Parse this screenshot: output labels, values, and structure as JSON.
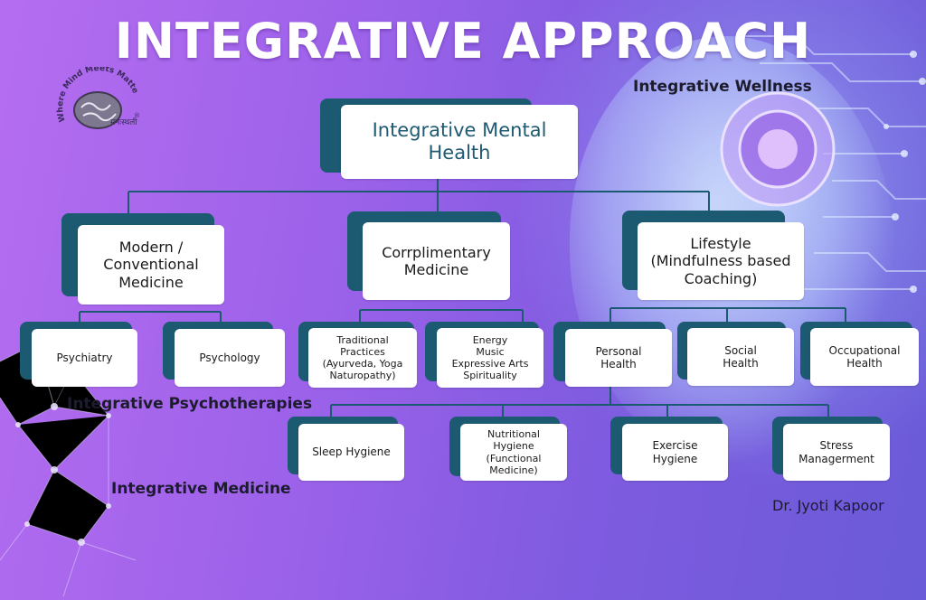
{
  "title": "INTEGRATIVE APPROACH",
  "logo": {
    "arc_text": "Where Mind Meets Matter",
    "brand": "मनःस्थली",
    "mark": "®"
  },
  "labels": {
    "integrative_wellness": "Integrative Wellness",
    "integrative_psychotherapies": "Integrative Psychotherapies",
    "integrative_medicine": "Integrative Medicine"
  },
  "author": "Dr. Jyoti Kapoor",
  "colors": {
    "node_shadow": "#1c5a72",
    "root_text": "#1f5a73",
    "lines": "#1c5a72"
  },
  "nodes": {
    "root": "Integrative Mental\nHealth",
    "modern": "Modern /\nConventional\nMedicine",
    "complimentary": "Corrplimentary\nMedicine",
    "lifestyle": "Lifestyle\n(Mindfulness based\nCoaching)",
    "psychiatry": "Psychiatry",
    "psychology": "Psychology",
    "traditional": "Traditional\nPractices\n(Ayurveda, Yoga\nNaturopathy)",
    "energy": "Energy\nMusic\nExpressive Arts\nSpirituality",
    "personal": "Personal\nHealth",
    "social": "Social\nHealth",
    "occupational": "Occupational\nHealth",
    "sleep": "Sleep Hygiene",
    "nutritional": "Nutritional\nHygiene\n(Functional\nMedicine)",
    "exercise": "Exercise\nHygiene",
    "stress": "Stress\nManagerment"
  }
}
